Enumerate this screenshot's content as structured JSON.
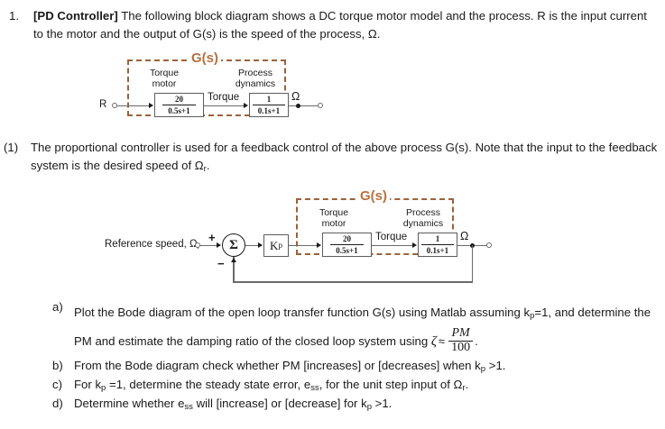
{
  "question": {
    "number": "1.",
    "tag": "[PD Controller]",
    "text": " The following block diagram shows a DC torque motor model and the process. R is the input current to the motor and the output of G(s) is the speed of the process, Ω."
  },
  "part1": {
    "marker": "(1)",
    "text": "The proportional controller is used for a feedback control of the above process G(s). Note that the input to the feedback system is the desired speed of Ω",
    "subscript": "r",
    "text_end": "."
  },
  "diagram1": {
    "gs_label": "G(s)",
    "input_label": "R",
    "torque_motor_label": "Torque\nmotor",
    "torque_motor_num": "20",
    "torque_motor_den": "0.5s+1",
    "mid_signal_label": "Torque",
    "process_label": "Process\ndynamics",
    "process_num": "1",
    "process_den": "0.1s+1",
    "output_label": "Ω"
  },
  "diagram2": {
    "gs_label": "G(s)",
    "input_label": "Reference speed, Ω",
    "input_subscript": "r",
    "plus_sign": "+",
    "minus_sign": "−",
    "sum_symbol": "Σ",
    "gain_label": "K",
    "gain_subscript": "p",
    "torque_motor_label": "Torque\nmotor",
    "torque_motor_num": "20",
    "torque_motor_den": "0.5s+1",
    "mid_signal_label": "Torque",
    "process_label": "Process\ndynamics",
    "process_num": "1",
    "process_den": "0.1s+1",
    "output_label": "Ω"
  },
  "subquestions": {
    "a": {
      "marker": "a)",
      "text_1": "Plot the Bode diagram of the open loop transfer function G(s) using Matlab assuming k",
      "sub_1": "p",
      "text_2": "=1, and determine the PM and estimate the damping ratio of the closed loop system using ",
      "zeta": "ζ",
      "approx": "≈",
      "frac_num": "PM",
      "frac_den": "100",
      "text_end": "."
    },
    "b": {
      "marker": "b)",
      "text_1": "From the Bode diagram check whether PM [increases] or [decreases] when k",
      "sub_1": "p",
      "text_2": " >1."
    },
    "c": {
      "marker": "c)",
      "text_1": "For k",
      "sub_1": "p",
      "text_2": " =1, determine the steady state error, e",
      "sub_2": "ss",
      "text_3": ", for the unit step input of Ω",
      "sub_3": "r",
      "text_4": "."
    },
    "d": {
      "marker": "d)",
      "text_1": "Determine whether e",
      "sub_1": "ss",
      "text_2": " will [increase] or [decrease] for k",
      "sub_2": "p",
      "text_3": " >1."
    }
  },
  "colors": {
    "gs_border": "#9c6239",
    "gs_text": "#b5713f",
    "wire": "#6a6a6a",
    "text": "#1a1a1a"
  }
}
